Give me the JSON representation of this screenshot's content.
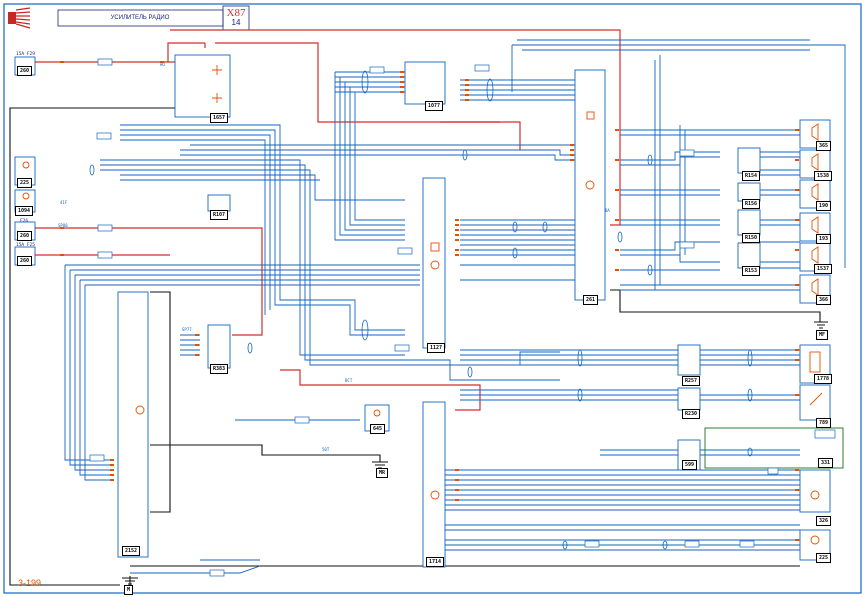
{
  "header": {
    "title": "УСИЛИТЕЛЬ РАДИО",
    "code": "X87",
    "page": "14"
  },
  "page_ref": "3-199",
  "fuses": [
    {
      "id": "F29",
      "rating": "15A",
      "label": "15A  F29"
    },
    {
      "id": "F25",
      "rating": "15A",
      "label": "15A  F25"
    },
    {
      "id": "F26",
      "rating": "",
      "label": "F26"
    }
  ],
  "components": {
    "c260a": "260",
    "c225a": "225",
    "c1094": "1094",
    "c260b": "260",
    "c260c": "260",
    "c1657": "1657",
    "c1077": "1077",
    "c1127": "1127",
    "c261": "261",
    "c1187": "R107",
    "c383": "R383",
    "c2152": "2152",
    "c1714": "1714",
    "c645": "645",
    "c365": "365",
    "c1538": "1538",
    "c190": "190",
    "c193": "193",
    "c1537": "1537",
    "c366": "366",
    "cr154": "R154",
    "cr156": "R156",
    "cr150": "R150",
    "cr153": "R153",
    "c1778": "1778",
    "c789": "789",
    "c331": "331",
    "c326": "326",
    "c225b": "225",
    "cr257": "R257",
    "cr230": "R230",
    "c599": "599",
    "gnd_mr": "MR",
    "gnd_mf": "MF",
    "gnd_m": "M"
  },
  "wire_labels": {
    "w1": "BCT",
    "w2": "SP77",
    "w3": "SP88",
    "w4": "41F",
    "w5": "50T",
    "w6": "BA",
    "w7": "HO"
  }
}
